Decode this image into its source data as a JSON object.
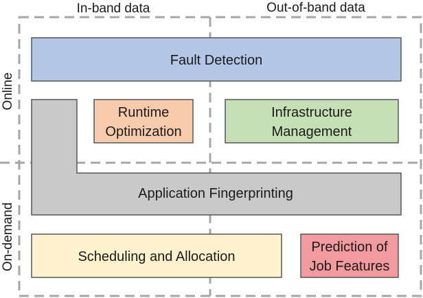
{
  "columns": {
    "in_band": "In-band data",
    "out_of_band": "Out-of-band data"
  },
  "rows": {
    "online": "Online",
    "on_demand": "On-demand"
  },
  "boxes": {
    "fault_detection": {
      "lines": [
        "Fault Detection"
      ],
      "fill": "#b4c7e7"
    },
    "runtime_optimization": {
      "lines": [
        "Runtime",
        "Optimization"
      ],
      "fill": "#f8cbad"
    },
    "infrastructure_management": {
      "lines": [
        "Infrastructure",
        "Management"
      ],
      "fill": "#c5e0b4"
    },
    "application_fingerprinting": {
      "lines": [
        "Application Fingerprinting"
      ],
      "fill": "#c9c9c9"
    },
    "scheduling_allocation": {
      "lines": [
        "Scheduling and Allocation"
      ],
      "fill": "#fff2cc"
    },
    "prediction_job_features": {
      "lines": [
        "Prediction of",
        "Job Features"
      ],
      "fill": "#f29b9f"
    }
  },
  "colors": {
    "box_stroke": "#55565a",
    "dashed_stroke": "#a6a6a6"
  }
}
